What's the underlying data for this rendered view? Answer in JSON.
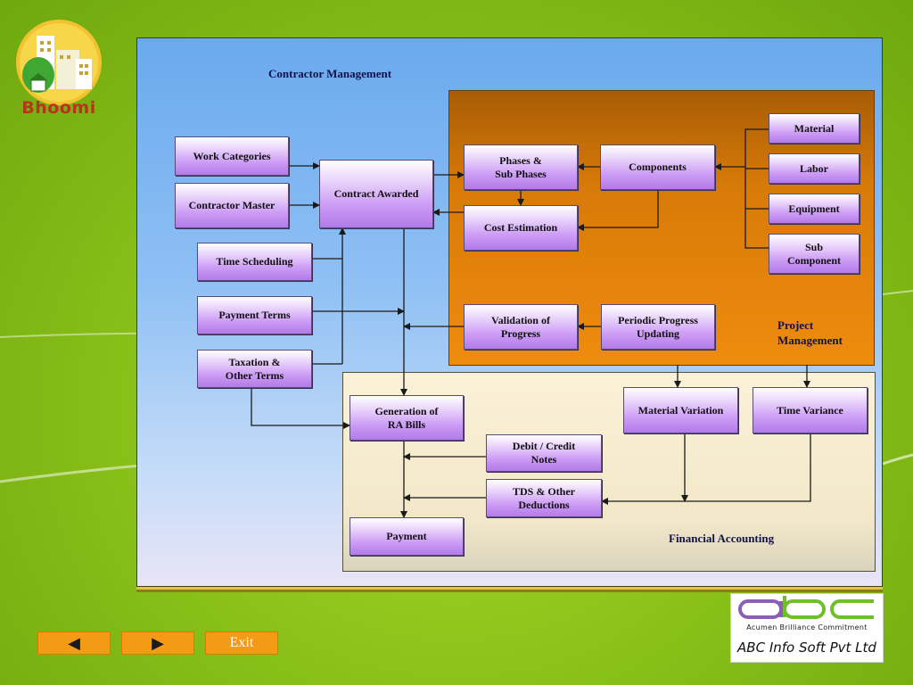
{
  "logo": {
    "text": "Bhoomi"
  },
  "sections": {
    "contractor": "Contractor Management",
    "project": "Project\nManagement",
    "financial": "Financial Accounting"
  },
  "boxes": {
    "work_categories": "Work Categories",
    "contractor_master": "Contractor Master",
    "time_scheduling": "Time Scheduling",
    "payment_terms": "Payment Terms",
    "taxation": "Taxation &\nOther Terms",
    "contract_awarded": "Contract Awarded",
    "phases": "Phases &\nSub Phases",
    "components": "Components",
    "cost_estimation": "Cost Estimation",
    "material": "Material",
    "labor": "Labor",
    "equipment": "Equipment",
    "sub_component": "Sub\nComponent",
    "validation": "Validation of\nProgress",
    "periodic": "Periodic Progress\nUpdating",
    "ra_bills": "Generation of\nRA Bills",
    "debit_credit": "Debit / Credit\nNotes",
    "tds": "TDS & Other\nDeductions",
    "payment": "Payment",
    "material_variation": "Material Variation",
    "time_variance": "Time Variance"
  },
  "nav": {
    "exit_label": "Exit",
    "prev_icon": "◀",
    "next_icon": "▶"
  },
  "brand": {
    "tagline": "Acumen  Brilliance  Commitment",
    "company": "ABC Info Soft Pvt Ltd"
  },
  "colors": {
    "arrow": "#1a1a1a",
    "nav_button": "#f59a14",
    "abc_green": "#6fbf2a",
    "abc_purple": "#8a5fb5"
  }
}
